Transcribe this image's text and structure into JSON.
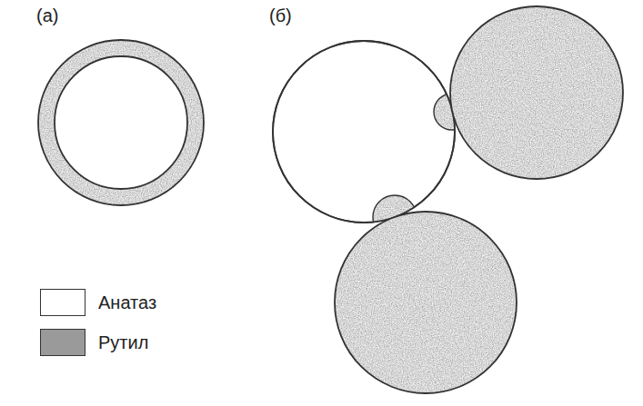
{
  "diagram": {
    "labels": [
      "(а)",
      "(б)"
    ],
    "legend": [
      {
        "text": "Анатаз",
        "color": "#ffffff"
      },
      {
        "text": "Рутил",
        "color": "#9a9a9a"
      }
    ]
  }
}
